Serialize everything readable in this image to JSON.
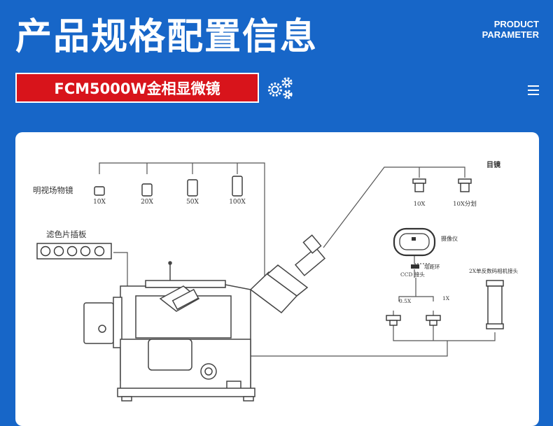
{
  "header": {
    "title": "产品规格配置信息",
    "subtitle_line1": "PRODUCT",
    "subtitle_line2": "PARAMETER"
  },
  "model_banner": {
    "text": "FCM5000W金相显微镜"
  },
  "icons": {
    "gears": "gears-icon",
    "menu": "menu-icon"
  },
  "colors": {
    "background": "#1766c8",
    "banner": "#d8141b",
    "panel": "#ffffff",
    "line": "#555555"
  },
  "diagram": {
    "objectives": {
      "title": "明视场物镜",
      "items": [
        "10X",
        "20X",
        "50X",
        "100X"
      ]
    },
    "filter": {
      "title": "滤色片插板"
    },
    "eyepieces": {
      "title": "目镜",
      "items": [
        "10X",
        "10X分划"
      ]
    },
    "camera": {
      "label": "摄像仪"
    },
    "ring": {
      "label": "增距环"
    },
    "ccd": {
      "label": "CCD 接头",
      "options": [
        "0.5X",
        "1X"
      ]
    },
    "slr": {
      "label": "2X单反数码相机接头"
    }
  }
}
